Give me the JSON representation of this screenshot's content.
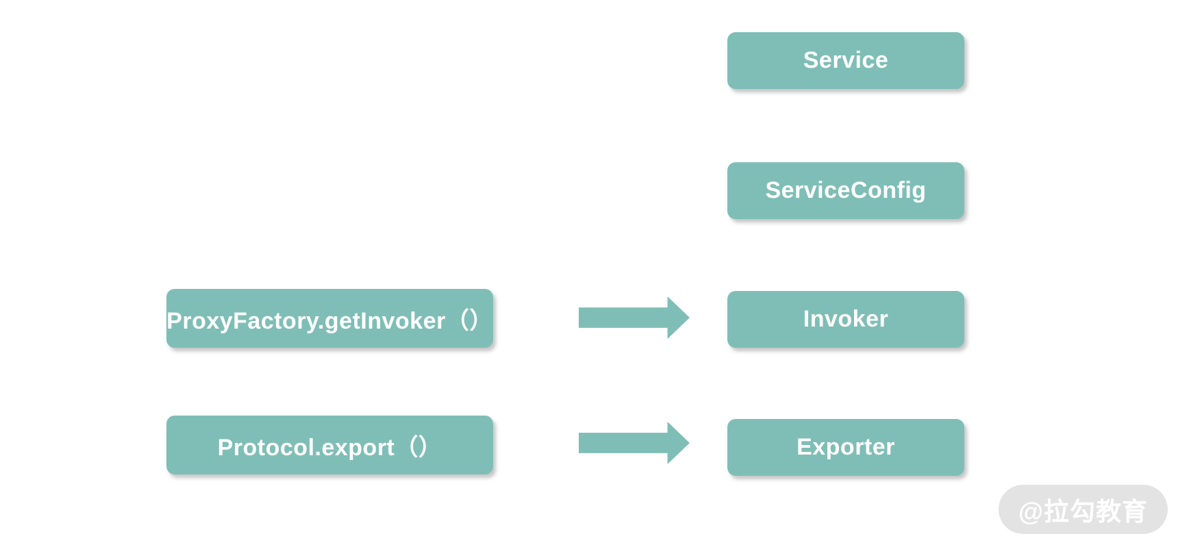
{
  "colors": {
    "box_fill": "#7fbeb6",
    "box_text": "#ffffff",
    "canvas_bg": "#ffffff",
    "arrow_fill": "#7fbeb6",
    "watermark_bg": "#e3e3e3",
    "watermark_text": "#ffffff"
  },
  "diagram": {
    "left_boxes": [
      {
        "label": "ProxyFactory.getInvoker（）"
      },
      {
        "label": "Protocol.export（）"
      }
    ],
    "right_boxes": [
      {
        "label": "Service"
      },
      {
        "label": "ServiceConfig"
      },
      {
        "label": "Invoker"
      },
      {
        "label": "Exporter"
      }
    ],
    "arrows": [
      {
        "from": "ProxyFactory.getInvoker（）",
        "to": "Invoker",
        "direction": "right"
      },
      {
        "from": "Protocol.export（）",
        "to": "Exporter",
        "direction": "right"
      }
    ]
  },
  "watermark": {
    "label": "@拉勾教育"
  }
}
